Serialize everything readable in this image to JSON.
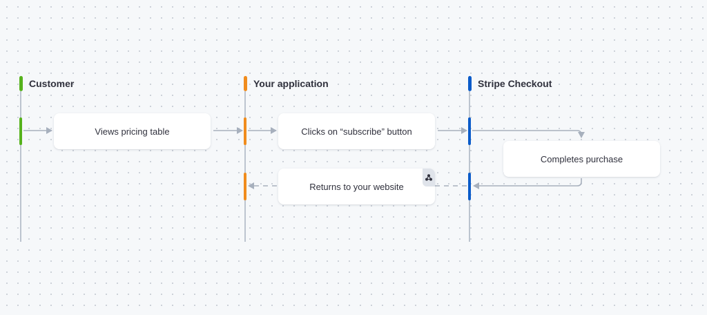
{
  "colors": {
    "customer": "#56b21d",
    "application": "#f08c1d",
    "checkout": "#0a5bc9",
    "lifeline": "#bcc4cf",
    "arrow": "#a7b0bd"
  },
  "lanes": [
    {
      "title": "Customer"
    },
    {
      "title": "Your application"
    },
    {
      "title": "Stripe Checkout"
    }
  ],
  "steps": [
    {
      "label": "Views pricing table"
    },
    {
      "label": "Clicks on “subscribe” button"
    },
    {
      "label": "Completes purchase"
    },
    {
      "label": "Returns to your website",
      "badge_icon": "webhook-icon"
    }
  ]
}
